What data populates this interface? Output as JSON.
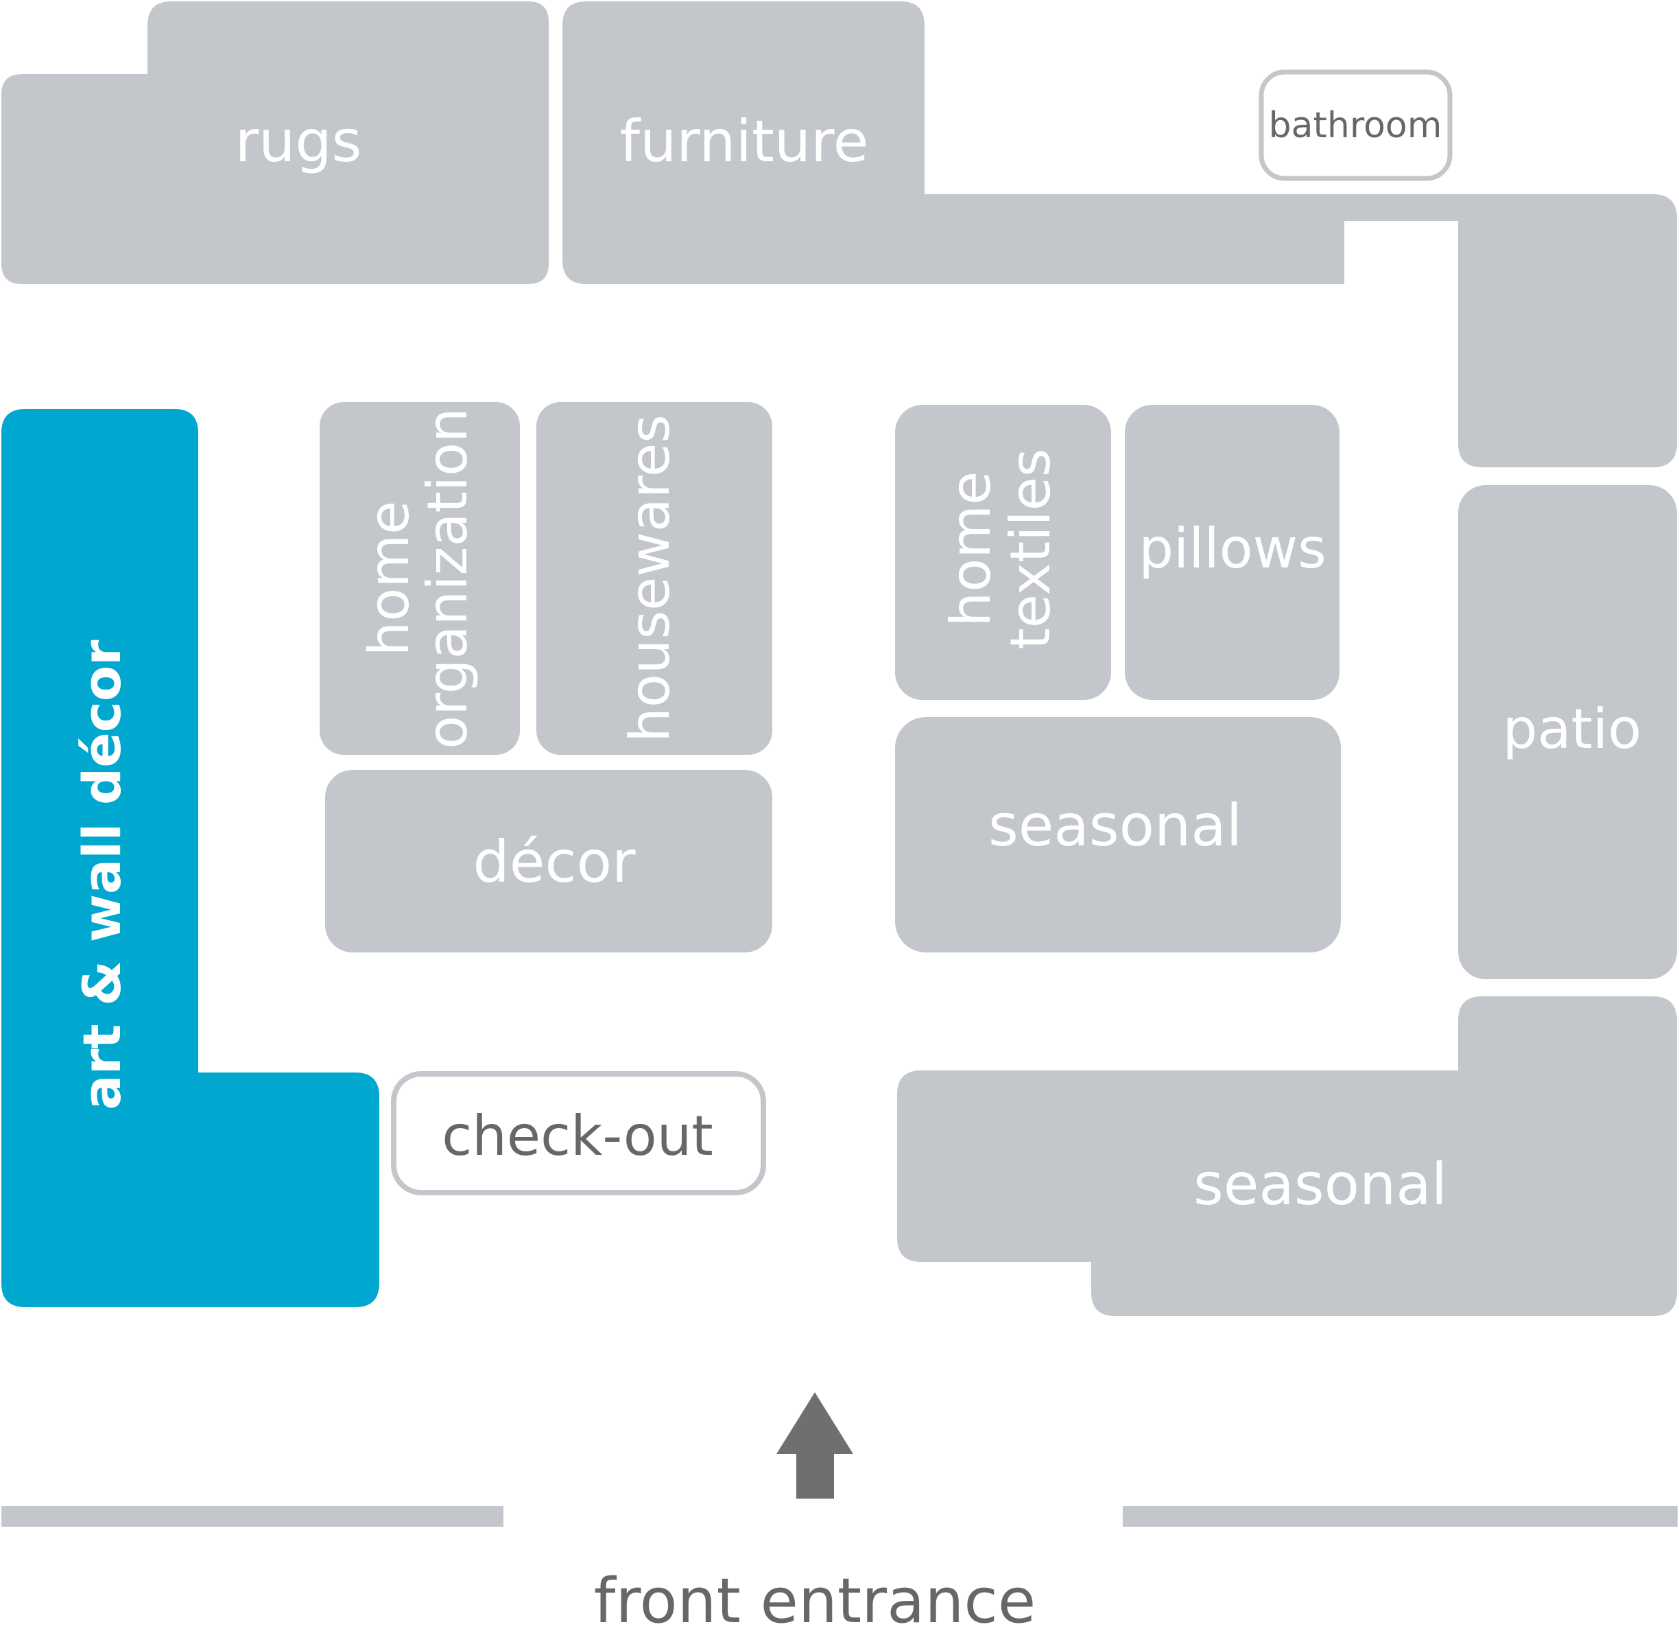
{
  "colors": {
    "department": "#c3c6ca",
    "highlight": "#00a7cf",
    "label_light": "#ffffff",
    "label_dark": "#676767",
    "arrow": "#6e6f70",
    "wall": "#c3c6ca",
    "outline": "#c3c6ca"
  },
  "highlighted": "art & wall décor",
  "departments": {
    "rugs": "rugs",
    "furniture": "furniture",
    "bathroom": "bathroom",
    "art_wall_decor": "art & wall décor",
    "home_organization_line1": "home",
    "home_organization_line2": "organization",
    "housewares": "housewares",
    "decor": "décor",
    "home_textiles_line1": "home",
    "home_textiles_line2": "textiles",
    "pillows": "pillows",
    "seasonal_center": "seasonal",
    "patio": "patio",
    "check_out": "check-out",
    "seasonal_bottom": "seasonal"
  },
  "entrance": {
    "label": "front entrance",
    "arrow_icon": "up-arrow-icon"
  }
}
